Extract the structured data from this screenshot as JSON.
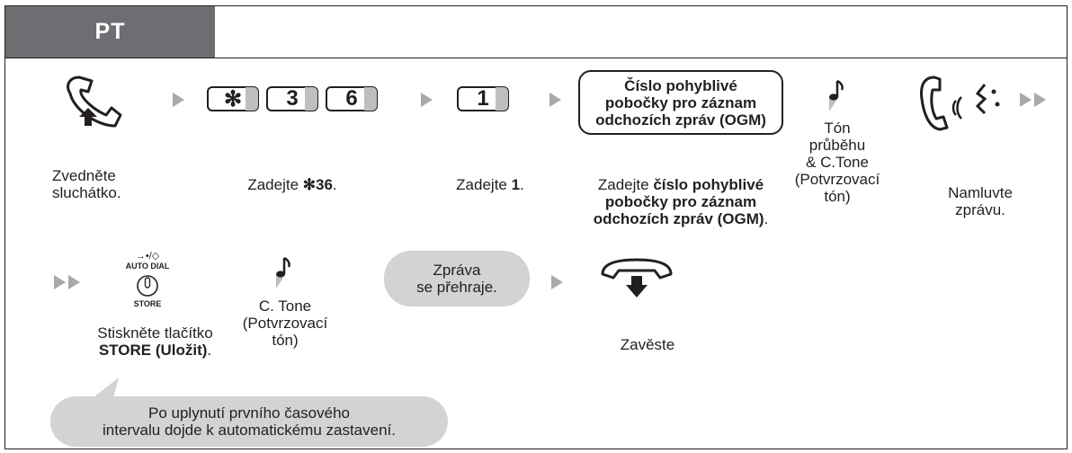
{
  "header": {
    "tab_label": "PT"
  },
  "row1": {
    "step1_caption": [
      "Zvedněte",
      "sluchátko."
    ],
    "keys": [
      "✻",
      "3",
      "6"
    ],
    "step2_caption_prefix": "Zadejte ",
    "step2_caption_bold": "✻36",
    "step2_caption_suffix": ".",
    "key_one": "1",
    "step3_caption_prefix": "Zadejte ",
    "step3_caption_bold": "1",
    "step3_caption_suffix": ".",
    "box_lines": [
      "Číslo pohyblivé",
      "pobočky pro záznam",
      "odchozích zpráv (OGM)"
    ],
    "step4_caption_prefix": "Zadejte ",
    "step4_caption_bold_1": "číslo pohyblivé",
    "step4_caption_bold_2": "pobočky pro záznam",
    "step4_caption_bold_3": "odchozích zpráv (OGM)",
    "step4_caption_suffix": ".",
    "tone_caption": [
      "Tón",
      "průběhu",
      "& C.Tone",
      "(Potvrzovací",
      "tón)"
    ],
    "speak_caption": [
      "Namluvte",
      "zprávu."
    ]
  },
  "row2": {
    "button_top": "→•/◇",
    "button_label_top": "AUTO DIAL",
    "button_label_bottom": "STORE",
    "store_caption_1": "Stiskněte tlačítko",
    "store_caption_bold": "STORE (Uložit)",
    "store_caption_suffix": ".",
    "ctone_caption": [
      "C. Tone",
      "(Potvrzovací",
      "tón)"
    ],
    "bubble_lines": [
      "Zpráva",
      "se přehraje."
    ],
    "hangup_caption": "Zavěste"
  },
  "note_lines": [
    "Po uplynutí prvního časového",
    "intervalu dojde k automatickému zastavení."
  ]
}
